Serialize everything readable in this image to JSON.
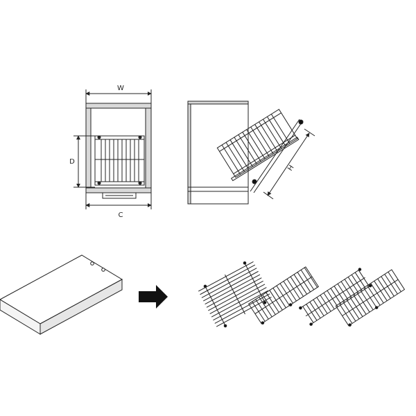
{
  "labels": {
    "width": "W",
    "depth": "D",
    "cabinet": "C",
    "height": "H"
  },
  "colors": {
    "line": "#222222",
    "panel": "#d9d9d9",
    "accent": "#111111"
  }
}
